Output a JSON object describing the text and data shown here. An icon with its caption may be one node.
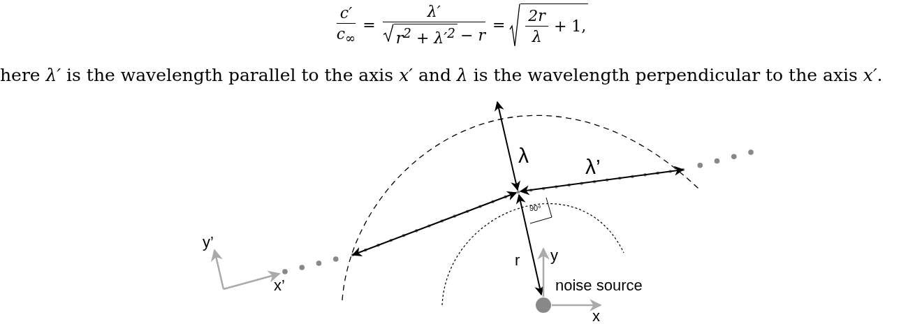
{
  "diagram": {
    "nodes": [
      {
        "text": [],
        "shape": "circle",
        "beside": [
          "noise source"
        ]
      }
    ],
    "labels": [
      "c′",
      "c$_{∞}$",
      "=",
      "λ′",
      "r$^{2}$ + λ′$^{2}$",
      "− r",
      "=",
      "2r",
      "λ",
      "+ 1,",
      "here *λ′* is the wavelength parallel to the axis *x′* and *λ* is the wavelength perpendicular to the axis *x′*.",
      "λ",
      "λ’",
      "90°",
      "r",
      "y",
      "x",
      "y’",
      "x’"
    ]
  }
}
